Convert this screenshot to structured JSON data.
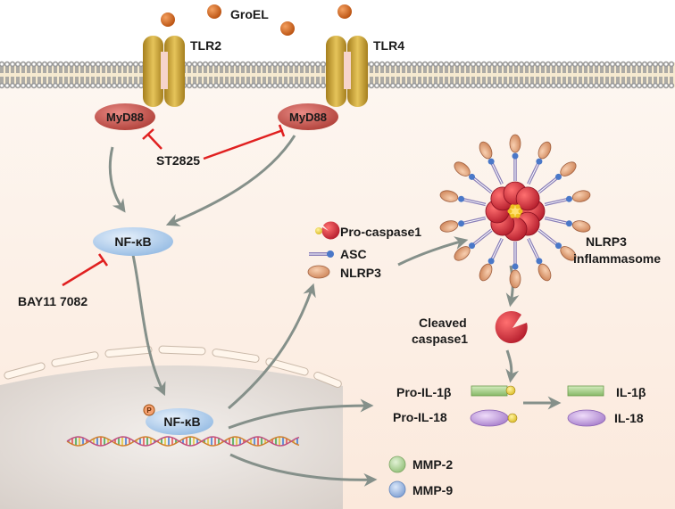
{
  "labels": {
    "groel": "GroEL",
    "tlr2": "TLR2",
    "tlr4": "TLR4",
    "myd88_left": "MyD88",
    "myd88_right": "MyD88",
    "st2825": "ST2825",
    "nfkb_cytoplasm": "NF-κB",
    "bay11": "BAY11 7082",
    "nfkb_nucleus": "NF-κB",
    "phospho": "P",
    "pro_caspase1": "Pro-caspase1",
    "asc": "ASC",
    "nlrp3": "NLRP3",
    "inflammasome_line1": "NLRP3",
    "inflammasome_line2": "inflammasome",
    "cleaved_line1": "Cleaved",
    "cleaved_line2": "caspase1",
    "pro_il1b": "Pro-IL-1β",
    "pro_il18": "Pro-IL-18",
    "il1b": "IL-1β",
    "il18": "IL-18",
    "mmp2": "MMP-2",
    "mmp9": "MMP-9"
  },
  "colors": {
    "groel": "#d2691e",
    "receptor": "#c8a035",
    "myd88": "#c0504d",
    "nfkb": "#a8c8ea",
    "inhibitor": "#e02020",
    "arrow": "#8a9588",
    "caspase": "#d63040",
    "nlrp3_pellet": "#e0a07a",
    "asc_dot": "#4a78c8",
    "il1b": "#a6d08a",
    "il18": "#c9a6e0",
    "mmp2": "#b8dca0",
    "mmp9": "#8fb0e0",
    "cytoplasm": "#fbeee5",
    "nucleus": "#e6e0dc"
  }
}
